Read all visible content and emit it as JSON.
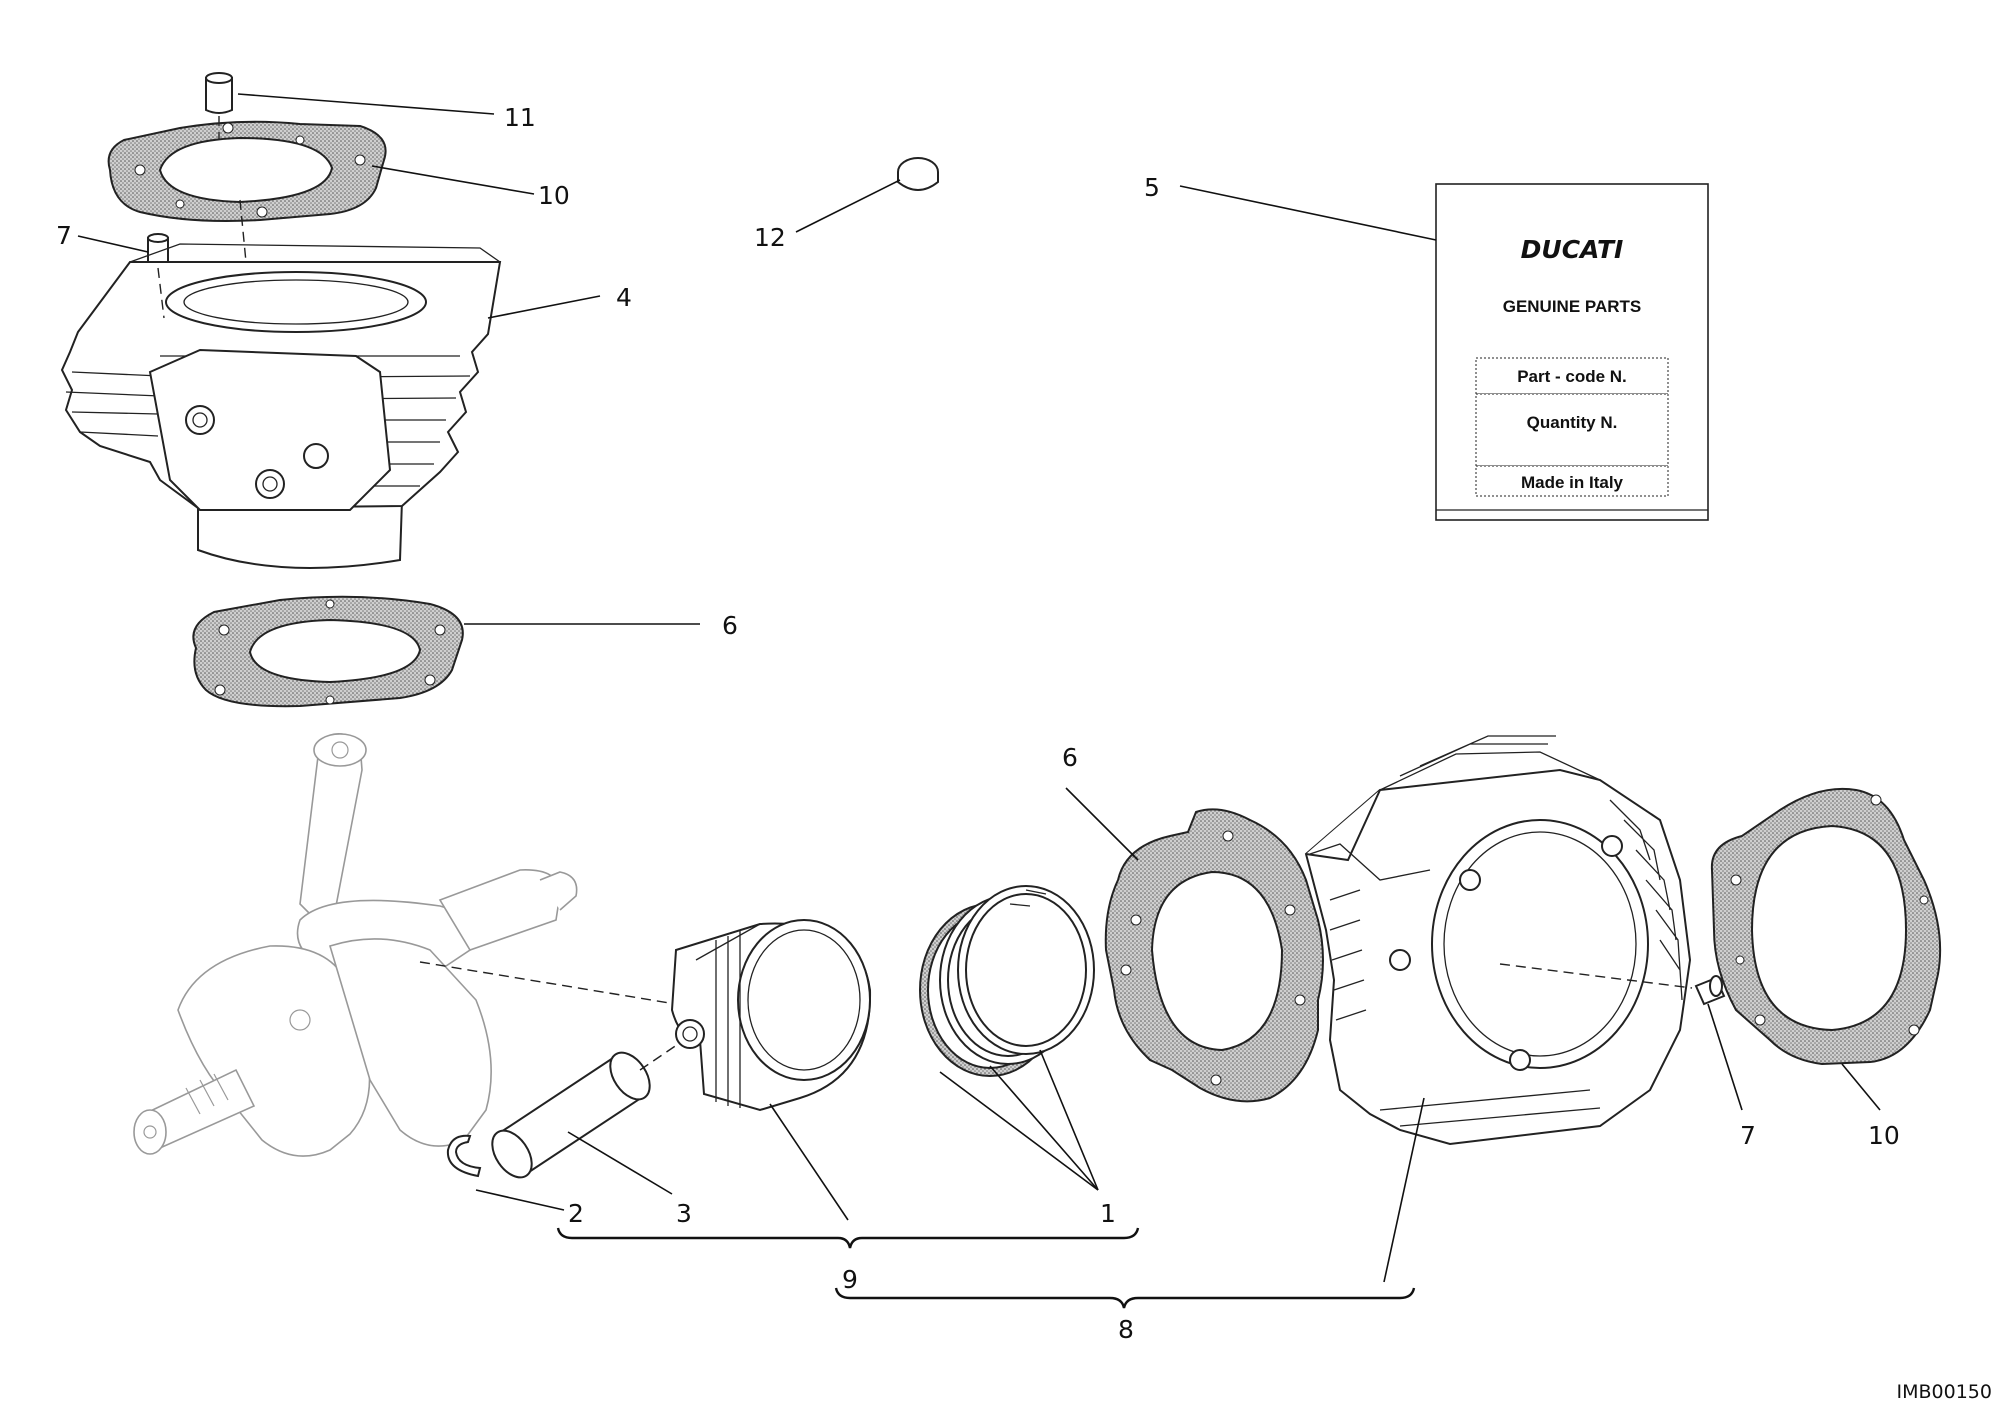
{
  "callouts": {
    "c1": "1",
    "c2": "2",
    "c3": "3",
    "c4": "4",
    "c5": "5",
    "c6a": "6",
    "c6b": "6",
    "c7a": "7",
    "c7b": "7",
    "c8": "8",
    "c9": "9",
    "c10a": "10",
    "c10b": "10",
    "c11": "11",
    "c12": "12"
  },
  "label_card": {
    "brand": "DUCATI",
    "title": "GENUINE PARTS",
    "part_code": "Part - code N.",
    "quantity": "Quantity N.",
    "origin": "Made in Italy"
  },
  "figure_ref": "IMB00150"
}
